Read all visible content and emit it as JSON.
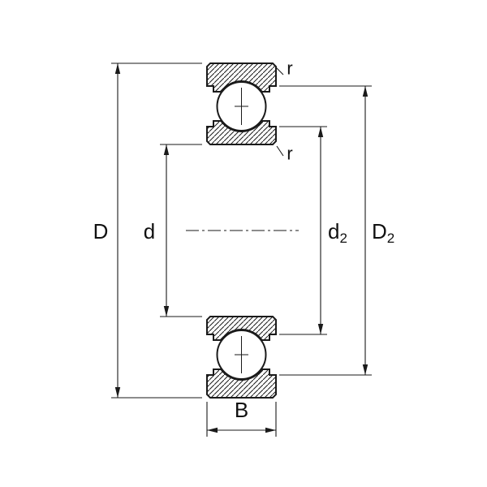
{
  "diagram": {
    "labels": {
      "outer_diameter": "D",
      "bore_diameter": "d",
      "recess_bore_main": "d",
      "recess_bore_sub": "2",
      "recess_outer_main": "D",
      "recess_outer_sub": "2",
      "width": "B",
      "chamfer_radius_top": "r",
      "chamfer_radius_inner": "r"
    },
    "colors": {
      "line": "#1a1a1a",
      "background": "#ffffff"
    }
  }
}
